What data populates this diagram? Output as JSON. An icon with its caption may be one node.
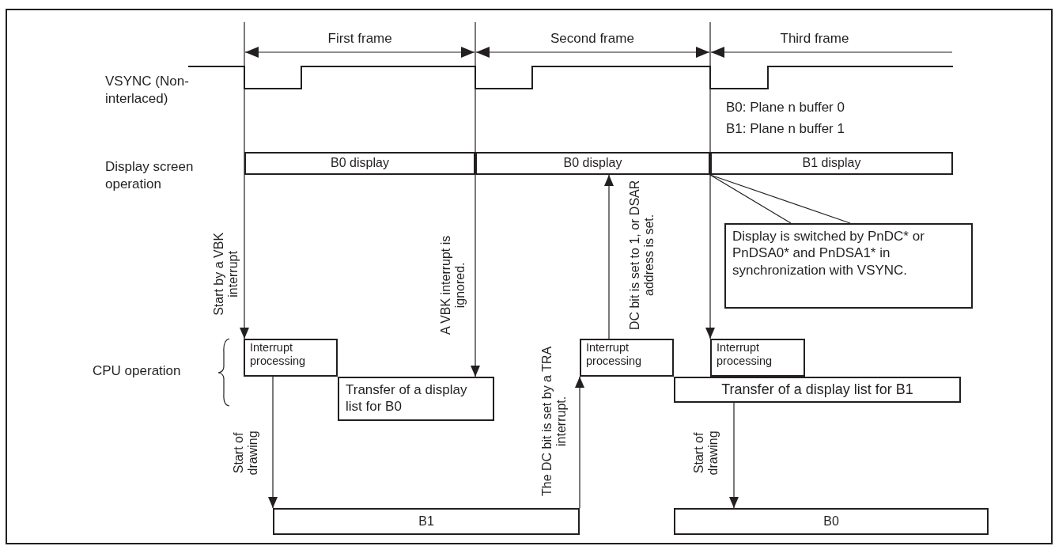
{
  "diagram": {
    "nodes": [
      {
        "text": [
          "B0 display"
        ]
      },
      {
        "text": [
          "B0 display"
        ]
      },
      {
        "text": [
          "B1 display"
        ]
      },
      {
        "text": [
          "Display is switched by PnDC* or PnDSA0* and PnDSA1* in synchronization with VSYNC."
        ]
      },
      {
        "text": [
          "Interrupt processing"
        ]
      },
      {
        "text": [
          "Transfer of a display list for B0"
        ]
      },
      {
        "text": [
          "Interrupt processing"
        ]
      },
      {
        "text": [
          "Interrupt processing"
        ]
      },
      {
        "text": [
          "Transfer of a display list for B1"
        ]
      },
      {
        "text": [
          "B1"
        ]
      },
      {
        "text": [
          "B0"
        ]
      }
    ],
    "edges": [
      {
        "from": null,
        "to": 4,
        "arrow": "to",
        "label": "Start by a VBK interrupt"
      },
      {
        "from": null,
        "to": 5,
        "arrow": "to",
        "label": "A VBK interrupt is ignored."
      },
      {
        "from": null,
        "to": 7,
        "arrow": "to"
      },
      {
        "from": 4,
        "to": 9,
        "arrow": "to",
        "label": "Start of drawing"
      },
      {
        "from": 9,
        "to": 6,
        "arrow": "to",
        "label": "The DC bit is set by a TRA interrupt."
      },
      {
        "from": 6,
        "to": 1,
        "arrow": "to",
        "label": "DC bit is set to 1, or DSAR address is set."
      },
      {
        "from": 8,
        "to": 10,
        "arrow": "to",
        "label": "Start of drawing"
      },
      {
        "from": 3,
        "to": 2,
        "arrow": "none"
      },
      {
        "from": 3,
        "to": 2,
        "arrow": "none"
      }
    ],
    "labels": [
      "First frame",
      "Second frame",
      "Third frame",
      "VSYNC (Non-interlaced)",
      "B0: Plane n buffer 0",
      "B1: Plane n buffer 1",
      "Display screen operation",
      "CPU operation"
    ]
  }
}
